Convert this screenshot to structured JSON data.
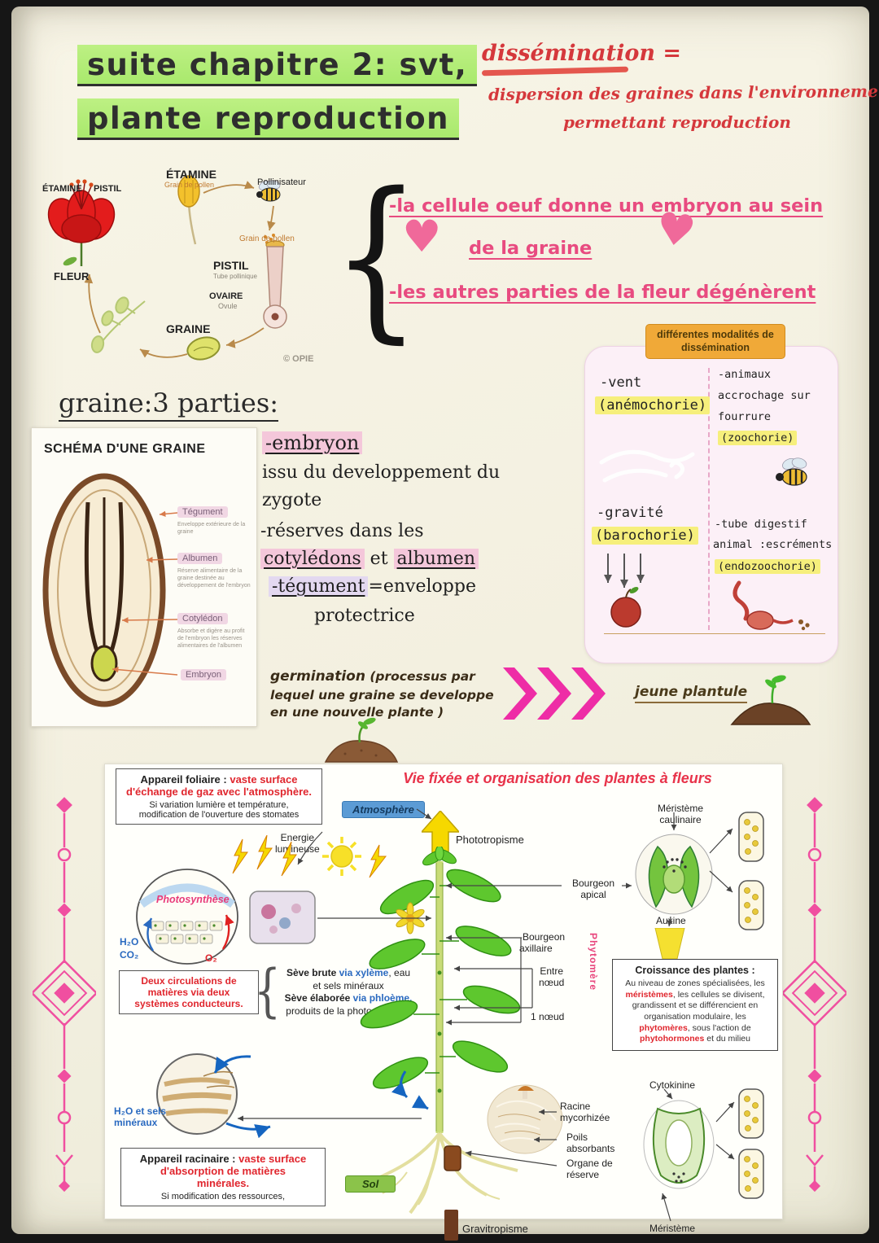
{
  "colors": {
    "highlight_green": "#b6ec78",
    "highlight_yellow": "#f6ef7c",
    "red_ink": "#d5383c",
    "pink_ink": "#e84b80",
    "pink_arrow": "#ee2da6",
    "orange_header": "#f0a938",
    "panel_pink": "#fcf0f7",
    "diagram_red": "#e0262e",
    "accent_blue": "#5b9bd5",
    "decor_pink": "#f04fa0"
  },
  "icons": {
    "heart": "♥",
    "brace": "{",
    "chevrons_icon": "triple-chevron-right"
  },
  "header": {
    "title_line1": "suite chapitre 2: svt,",
    "title_line2": "plante reproduction"
  },
  "dissemination_note": {
    "term": "dissémination =",
    "def_line1": "dispersion des graines dans l'environnement",
    "def_line2": "permettant reproduction"
  },
  "flower_cycle": {
    "etamine_top": "ÉTAMINE",
    "pistil_top": "PISTIL",
    "fleur": "FLEUR",
    "etamine": "ÉTAMINE",
    "etamine_sub": "Grain de pollen",
    "pollinisateur": "Pollinisateur",
    "grain_de_pollen": "Grain de pollen",
    "pistil": "PISTIL",
    "pistil_sub": "Tube pollinique",
    "ovaire": "OVAIRE",
    "ovaire_sub": "Ovule",
    "graine": "GRAINE",
    "credit": "© OPIE"
  },
  "fecondation_notes": {
    "line1": "-la cellule oeuf donne un embryon au sein",
    "line2": "de la graine",
    "line3": "-les autres parties de la fleur dégénèrent"
  },
  "modalites": {
    "header_line1": "différentes modalités de",
    "header_line2": "dissémination",
    "vent": "-vent",
    "anemochorie": "(anémochorie)",
    "animaux_line1": "-animaux",
    "animaux_line2": "accrochage sur",
    "animaux_line3": "fourrure",
    "zoochorie": "(zoochorie)",
    "gravite": "-gravité",
    "barochorie": "(barochorie)",
    "tube_line1": "-tube digestif",
    "tube_line2": "animal :escréments",
    "endozoochorie": "(endozoochorie)"
  },
  "graine": {
    "heading": "graine:3 parties:",
    "schema_title": "SCHÉMA D'UNE GRAINE",
    "label_tegument": "Tégument",
    "label_tegument_sub": "Enveloppe extérieure de la graine",
    "label_albumen": "Albumen",
    "label_albumen_sub": "Réserve alimentaire de la graine destinée au développement de l'embryon",
    "label_cotyledon": "Cotylédon",
    "label_cotyledon_sub": "Absorbe et digère au profit de l'embryon les réserves alimentaires de l'albumen",
    "label_embryon": "Embryon",
    "note_embryon": "-embryon",
    "note_embryon_rest1": "issu  du  developpement  du",
    "note_embryon_rest2": "zygote",
    "note_reserves": "-réserves dans les",
    "note_cotyledons": "cotylédons",
    "note_et": " et ",
    "note_albumen": "albumen",
    "note_tegument": "-tégument",
    "note_tegument_eq": "=enveloppe",
    "note_protectrice": "protectrice"
  },
  "germination": {
    "term": "germination",
    "definition": " (processus par lequel une graine se developpe en une nouvelle plante )",
    "jeune_plantule": "jeune plantule"
  },
  "organisation": {
    "title": "Vie fixée et organisation des plantes à fleurs",
    "foliaire_label": "Appareil foliaire :",
    "foliaire_red1": " vaste surface",
    "foliaire_red2": "d'échange de gaz avec l'atmosphère.",
    "foliaire_sub1": "Si variation lumière et température,",
    "foliaire_sub2": "modification de l'ouverture des stomates",
    "atmosphere": "Atmosphère",
    "phototropisme": "Phototropisme",
    "energie1": "Energie",
    "energie2": "lumineuse",
    "photosynthese": "Photosynthèse",
    "h2o": "H₂O",
    "co2": "CO₂",
    "o2": "O₂",
    "circ1": "Deux circulations de",
    "circ2": "matières via deux",
    "circ3": "systèmes conducteurs.",
    "seve_b": "Sève brute",
    "seve_b_via": " via xylème",
    "seve_b_rest": ", eau",
    "seve_b_l2": "et sels minéraux",
    "seve_e": "Sève élaborée",
    "seve_e_via": " via phloème,",
    "seve_e_l2": "produits de la photosynthèse",
    "mer_caul1": "Méristème",
    "mer_caul2": "caulinaire",
    "bourg_ap1": "Bourgeon",
    "bourg_ap2": "apical",
    "auxine": "Auxine",
    "bourg_ax1": "-Bourgeon",
    "bourg_ax2": "axillaire",
    "entre1": "Entre",
    "entre2": "nœud",
    "un_noeud": "1 nœud",
    "phytomere": "Phytomère",
    "cr_title": "Croissance des plantes :",
    "cr_s1": "Au niveau de zones spécialisées, les ",
    "cr_s2": "méristèmes",
    "cr_s3": ", les cellules se divisent, grandissent et se différencient en organisation modulaire, les ",
    "cr_s4": "phytomères",
    "cr_s5": ", sous l'action de ",
    "cr_s6": "phytohormones",
    "cr_s7": " et du milieu",
    "cytokinine": "Cytokinine",
    "h2o_sels1": "H₂O et sels",
    "h2o_sels2": "minéraux",
    "racine1": "Racine",
    "racine2": "mycorhizée",
    "poils1": "Poils",
    "poils2": "absorbants",
    "organe1": "Organe de",
    "organe2": "réserve",
    "racinaire_label": "Appareil racinaire :",
    "racinaire_red1": " vaste surface",
    "racinaire_red2": "d'absorption de matières",
    "racinaire_red3": "minérales.",
    "racinaire_sub": "Si modification des ressources,",
    "sol": "Sol",
    "gravitropisme": "Gravitropisme",
    "meristeme_bottom": "Méristème"
  }
}
